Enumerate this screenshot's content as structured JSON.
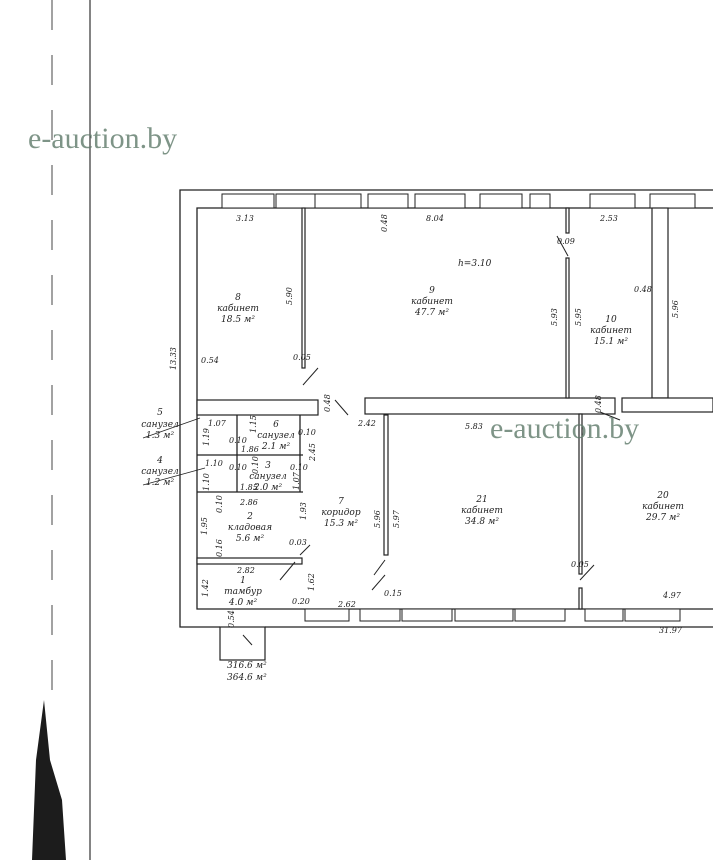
{
  "watermark": "e-auction.by",
  "ceiling_height": "h=3.10",
  "rooms": [
    {
      "num": "8",
      "name": "кабинет",
      "area": "18.5 м²"
    },
    {
      "num": "9",
      "name": "кабинет",
      "area": "47.7 м²"
    },
    {
      "num": "10",
      "name": "кабинет",
      "area": "15.1 м²"
    },
    {
      "num": "5",
      "name": "санузел",
      "area": "1.3 м²"
    },
    {
      "num": "6",
      "name": "санузел",
      "area": "2.1 м²"
    },
    {
      "num": "4",
      "name": "санузел",
      "area": "1.2 м²"
    },
    {
      "num": "3",
      "name": "санузел",
      "area": "2.0 м²"
    },
    {
      "num": "2",
      "name": "кладовая",
      "area": "5.6 м²"
    },
    {
      "num": "1",
      "name": "тамбур",
      "area": "4.0 м²"
    },
    {
      "num": "7",
      "name": "коридор",
      "area": "15.3 м²"
    },
    {
      "num": "21",
      "name": "кабинет",
      "area": "34.8 м²"
    },
    {
      "num": "20",
      "name": "кабинет",
      "area": "29.7 м²"
    }
  ],
  "dimensions": [
    "3.13",
    "0.48",
    "8.04",
    "2.53",
    "0.09",
    "5.90",
    "5.93",
    "5.95",
    "0.48",
    "5.96",
    "13.33",
    "0.54",
    "0.05",
    "0.48",
    "2.42",
    "5.83",
    "0.48",
    "1.07",
    "1.15",
    "0.10",
    "1.86",
    "1.19",
    "0.10",
    "2.45",
    "1.10",
    "0.10",
    "0.10",
    "0.10",
    "1.85",
    "1.07",
    "1.10",
    "2.86",
    "0.10",
    "1.93",
    "1.95",
    "0.16",
    "0.03",
    "2.82",
    "1.42",
    "1.62",
    "0.20",
    "2.62",
    "0.15",
    "5.96",
    "5.97",
    "0.05",
    "4.97",
    "31.97",
    "0.54"
  ],
  "totals": [
    "316.6 м²",
    "364.6 м²"
  ]
}
